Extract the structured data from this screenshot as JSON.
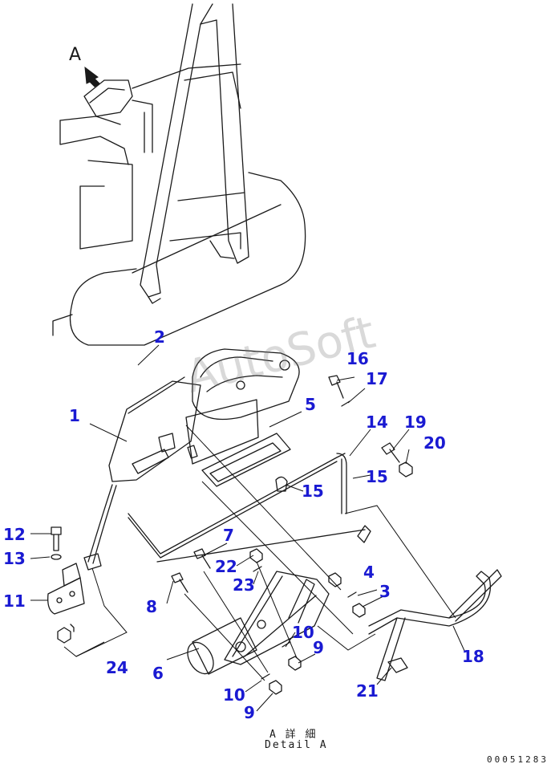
{
  "view_label": "A",
  "watermark": "AutoSoft",
  "caption": {
    "japanese": "A 詳 細",
    "english": "Detail A"
  },
  "drawing_number": "00051283",
  "callouts": [
    {
      "id": "c1",
      "text": "1"
    },
    {
      "id": "c2",
      "text": "2"
    },
    {
      "id": "c3",
      "text": "3"
    },
    {
      "id": "c4",
      "text": "4"
    },
    {
      "id": "c5",
      "text": "5"
    },
    {
      "id": "c6",
      "text": "6"
    },
    {
      "id": "c7",
      "text": "7"
    },
    {
      "id": "c8",
      "text": "8"
    },
    {
      "id": "c9a",
      "text": "9"
    },
    {
      "id": "c9b",
      "text": "9"
    },
    {
      "id": "c10a",
      "text": "10"
    },
    {
      "id": "c10b",
      "text": "10"
    },
    {
      "id": "c11",
      "text": "11"
    },
    {
      "id": "c12",
      "text": "12"
    },
    {
      "id": "c13",
      "text": "13"
    },
    {
      "id": "c14",
      "text": "14"
    },
    {
      "id": "c15a",
      "text": "15"
    },
    {
      "id": "c15b",
      "text": "15"
    },
    {
      "id": "c16",
      "text": "16"
    },
    {
      "id": "c17",
      "text": "17"
    },
    {
      "id": "c18",
      "text": "18"
    },
    {
      "id": "c19",
      "text": "19"
    },
    {
      "id": "c20",
      "text": "20"
    },
    {
      "id": "c21",
      "text": "21"
    },
    {
      "id": "c22",
      "text": "22"
    },
    {
      "id": "c23",
      "text": "23"
    },
    {
      "id": "c24",
      "text": "24"
    }
  ]
}
